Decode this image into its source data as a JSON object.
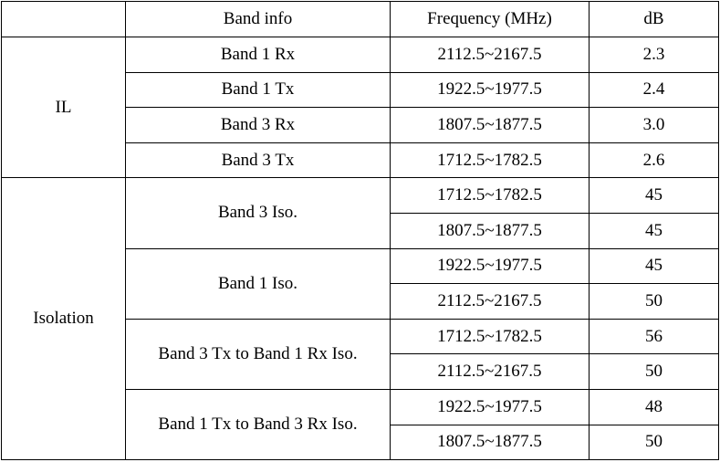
{
  "table": {
    "headers": [
      "",
      "Band info",
      "Frequency (MHz)",
      "dB"
    ],
    "groups": [
      {
        "label": "IL",
        "bands": [
          {
            "name": "Band 1 Rx",
            "rows": [
              {
                "frequency": "2112.5~2167.5",
                "db": "2.3"
              }
            ]
          },
          {
            "name": "Band 1 Tx",
            "rows": [
              {
                "frequency": "1922.5~1977.5",
                "db": "2.4"
              }
            ]
          },
          {
            "name": "Band 3 Rx",
            "rows": [
              {
                "frequency": "1807.5~1877.5",
                "db": "3.0"
              }
            ]
          },
          {
            "name": "Band 3 Tx",
            "rows": [
              {
                "frequency": "1712.5~1782.5",
                "db": "2.6"
              }
            ]
          }
        ]
      },
      {
        "label": "Isolation",
        "bands": [
          {
            "name": "Band 3 Iso.",
            "rows": [
              {
                "frequency": "1712.5~1782.5",
                "db": "45"
              },
              {
                "frequency": "1807.5~1877.5",
                "db": "45"
              }
            ]
          },
          {
            "name": "Band 1 Iso.",
            "rows": [
              {
                "frequency": "1922.5~1977.5",
                "db": "45"
              },
              {
                "frequency": "2112.5~2167.5",
                "db": "50"
              }
            ]
          },
          {
            "name": "Band 3 Tx to Band 1 Rx Iso.",
            "rows": [
              {
                "frequency": "1712.5~1782.5",
                "db": "56"
              },
              {
                "frequency": "2112.5~2167.5",
                "db": "50"
              }
            ]
          },
          {
            "name": "Band 1 Tx to Band 3 Rx Iso.",
            "rows": [
              {
                "frequency": "1922.5~1977.5",
                "db": "48"
              },
              {
                "frequency": "1807.5~1877.5",
                "db": "50"
              }
            ]
          }
        ]
      }
    ]
  }
}
